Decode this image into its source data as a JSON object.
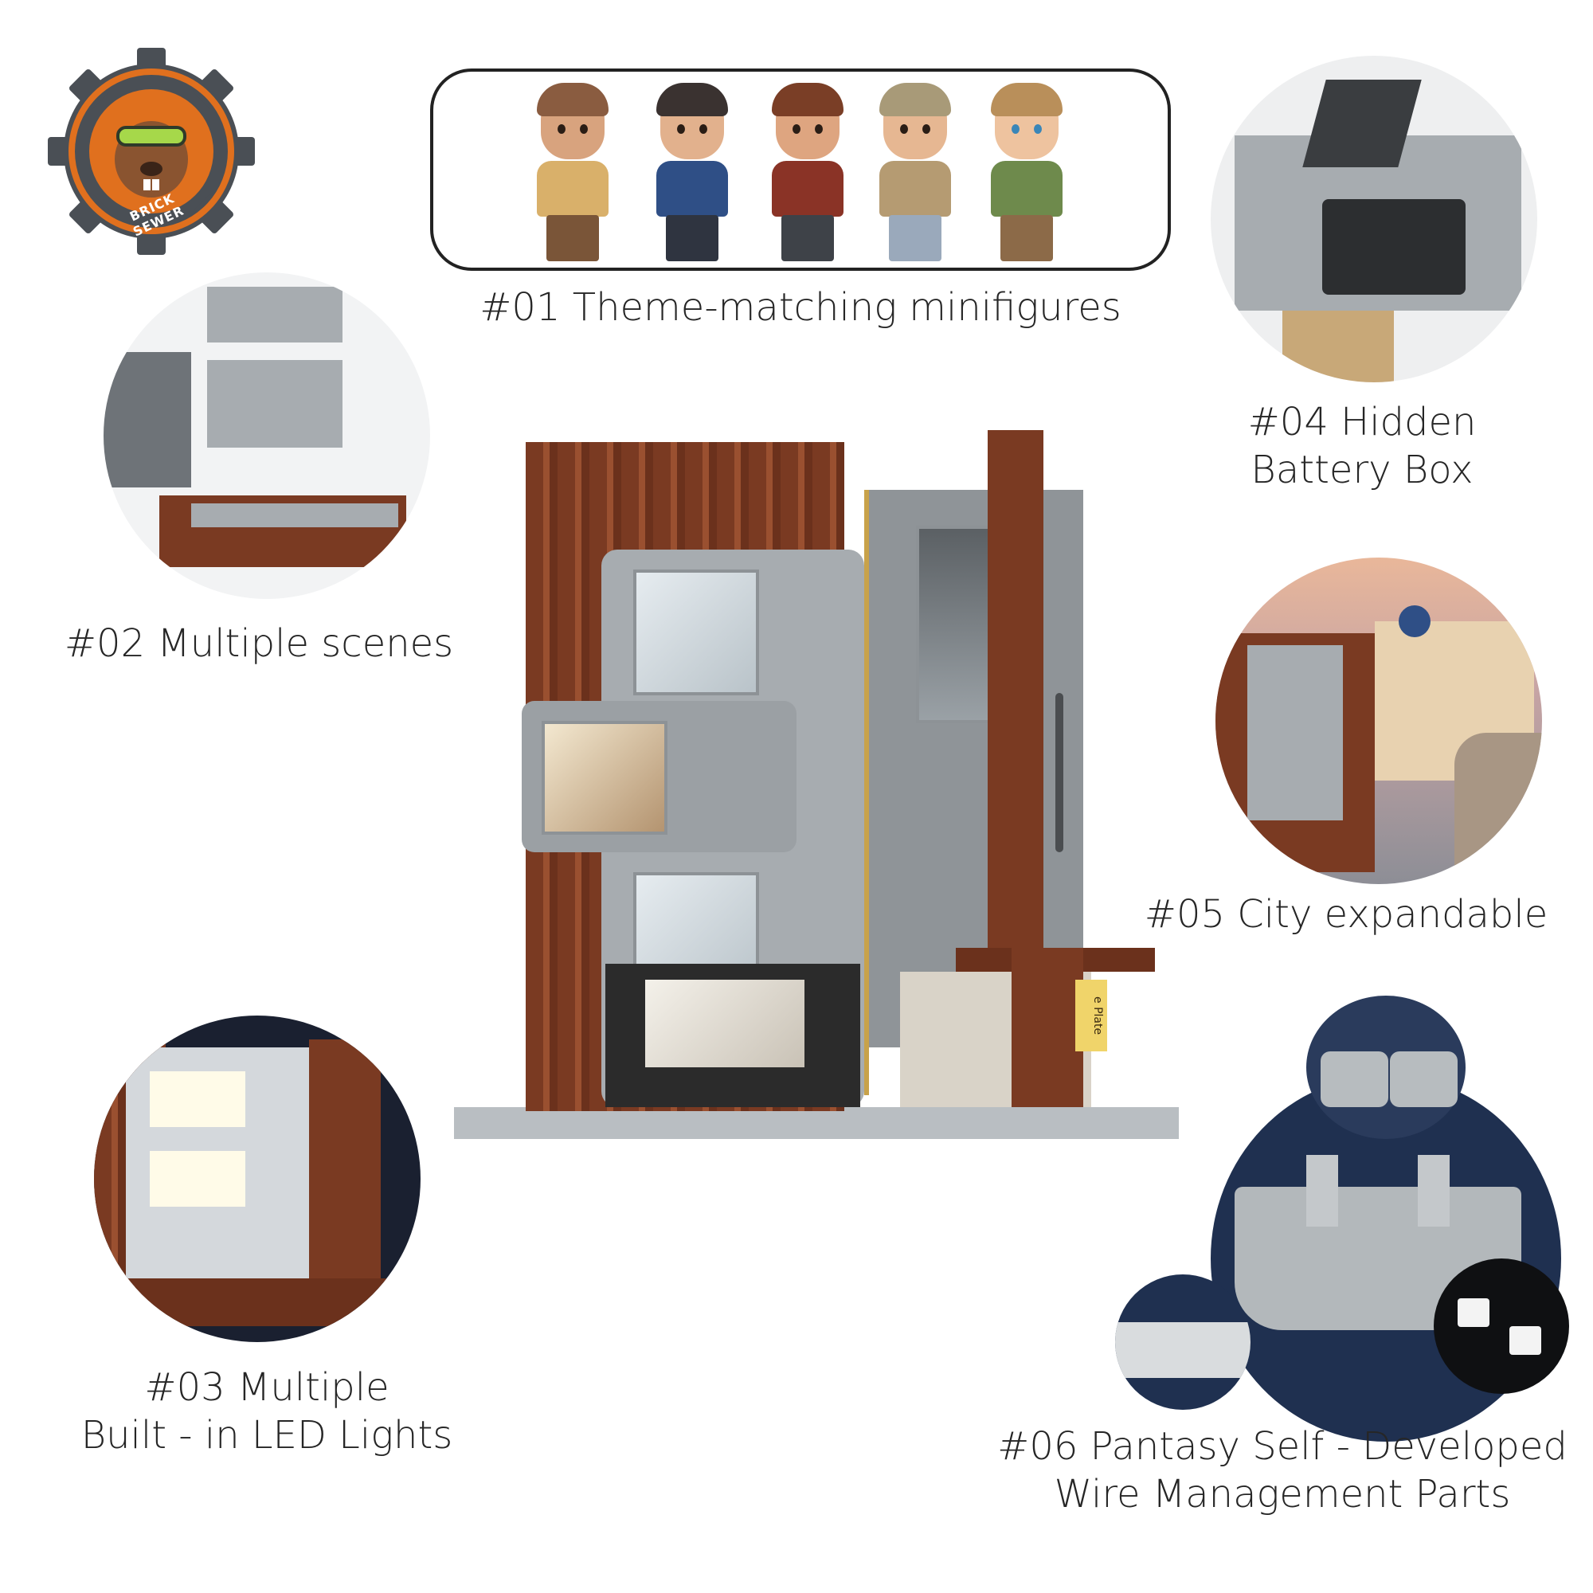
{
  "brand": {
    "logo_text": "BRICK SEWER"
  },
  "features": [
    {
      "label": "#01 Theme-matching minifigures"
    },
    {
      "label": "#02 Multiple scenes"
    },
    {
      "line1": "#03 Multiple",
      "line2": "Built - in LED Lights"
    },
    {
      "line1": "#04 Hidden",
      "line2": "Battery Box"
    },
    {
      "label": "#05 City expandable"
    },
    {
      "line1": "#06 Pantasy Self - Developed",
      "line2": "Wire Management Parts"
    }
  ],
  "storefront_sign": "e Plate",
  "colors": {
    "brick": "#7a3a22",
    "grey": "#a7acb0",
    "navy": "#1f3050",
    "logo_orange": "#e0701e"
  }
}
